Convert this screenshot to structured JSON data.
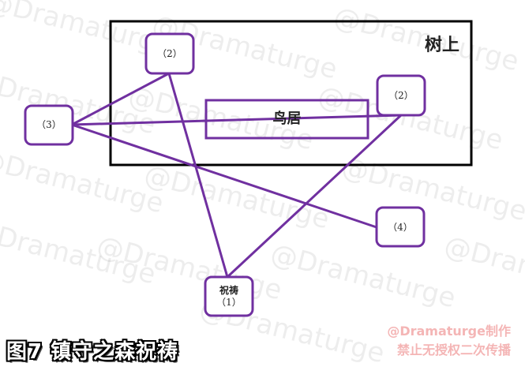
{
  "figure": {
    "caption": "图7 镇守之森祝祷",
    "region_label": "树上",
    "torii_label": "鸟居",
    "nodes": [
      {
        "id": "n1",
        "label_top": "祝祷",
        "label": "（1）"
      },
      {
        "id": "n2a",
        "label": "（2）"
      },
      {
        "id": "n2b",
        "label": "（2）"
      },
      {
        "id": "n3",
        "label": "（3）"
      },
      {
        "id": "n4",
        "label": "（4）"
      }
    ],
    "edges": [
      [
        "n1",
        "n2a"
      ],
      [
        "n1",
        "n2b"
      ],
      [
        "n2a",
        "n3"
      ],
      [
        "n3",
        "n2b"
      ],
      [
        "n3",
        "n4"
      ]
    ],
    "colors": {
      "node_stroke": "#7030a0",
      "region_stroke": "#000000"
    }
  },
  "watermark": {
    "text": "@Dramaturge",
    "credit_line1": "@Dramaturge制作",
    "credit_line2": "禁止无授权二次传播"
  }
}
